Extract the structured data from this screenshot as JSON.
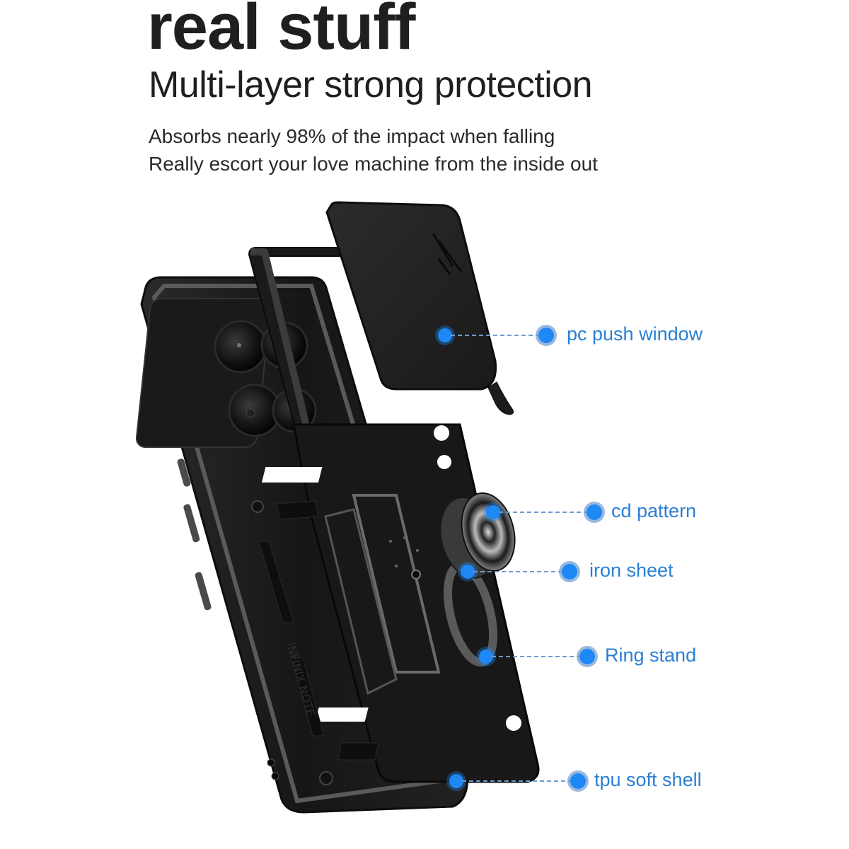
{
  "header": {
    "headline": "real stuff",
    "subheadline": "Multi-layer strong protection",
    "description_lines": [
      "Absorbs nearly 98% of the impact when falling",
      "Really escort your love machine from the inside out"
    ]
  },
  "product": {
    "name": "phone-case-exploded-view",
    "colors": {
      "case_body": "#1c1c1c",
      "case_edge": "#5a5a5a",
      "accent_grey": "#7a7a7a",
      "callout_dot": "#1e88f5",
      "callout_line": "#6f9ccc",
      "callout_text": "#2a7fd4"
    },
    "engraving": "INFINIX NOTE"
  },
  "callouts": [
    {
      "label": "pc push window",
      "src": [
        629,
        474
      ],
      "dst": [
        772,
        474
      ]
    },
    {
      "label": "cd pattern",
      "src": [
        697,
        724
      ],
      "dst": [
        840,
        724
      ]
    },
    {
      "label": "iron sheet",
      "src": [
        661,
        808
      ],
      "dst": [
        805,
        808
      ]
    },
    {
      "label": "Ring stand",
      "src": [
        687,
        928
      ],
      "dst": [
        830,
        928
      ]
    },
    {
      "label": "tpu soft shell",
      "src": [
        645,
        1104
      ],
      "dst": [
        817,
        1104
      ]
    }
  ]
}
